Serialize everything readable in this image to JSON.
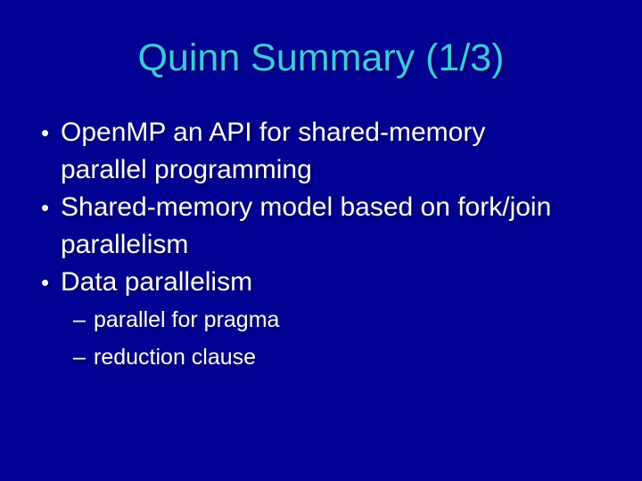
{
  "slide": {
    "title": "Quinn Summary (1/3)",
    "bullets": [
      {
        "level": 1,
        "marker": "•",
        "lines": [
          "OpenMP an API for shared-memory",
          "parallel programming"
        ]
      },
      {
        "level": 1,
        "marker": "•",
        "lines": [
          "Shared-memory model based on fork/join",
          "parallelism"
        ]
      },
      {
        "level": 1,
        "marker": "•",
        "lines": [
          "Data parallelism"
        ]
      },
      {
        "level": 2,
        "marker": "–",
        "lines": [
          "parallel for pragma"
        ]
      },
      {
        "level": 2,
        "marker": "–",
        "lines": [
          "reduction clause"
        ]
      }
    ],
    "colors": {
      "background": "#000093",
      "title": "#3CC9DF",
      "body_text": "#FFFFFF"
    }
  }
}
